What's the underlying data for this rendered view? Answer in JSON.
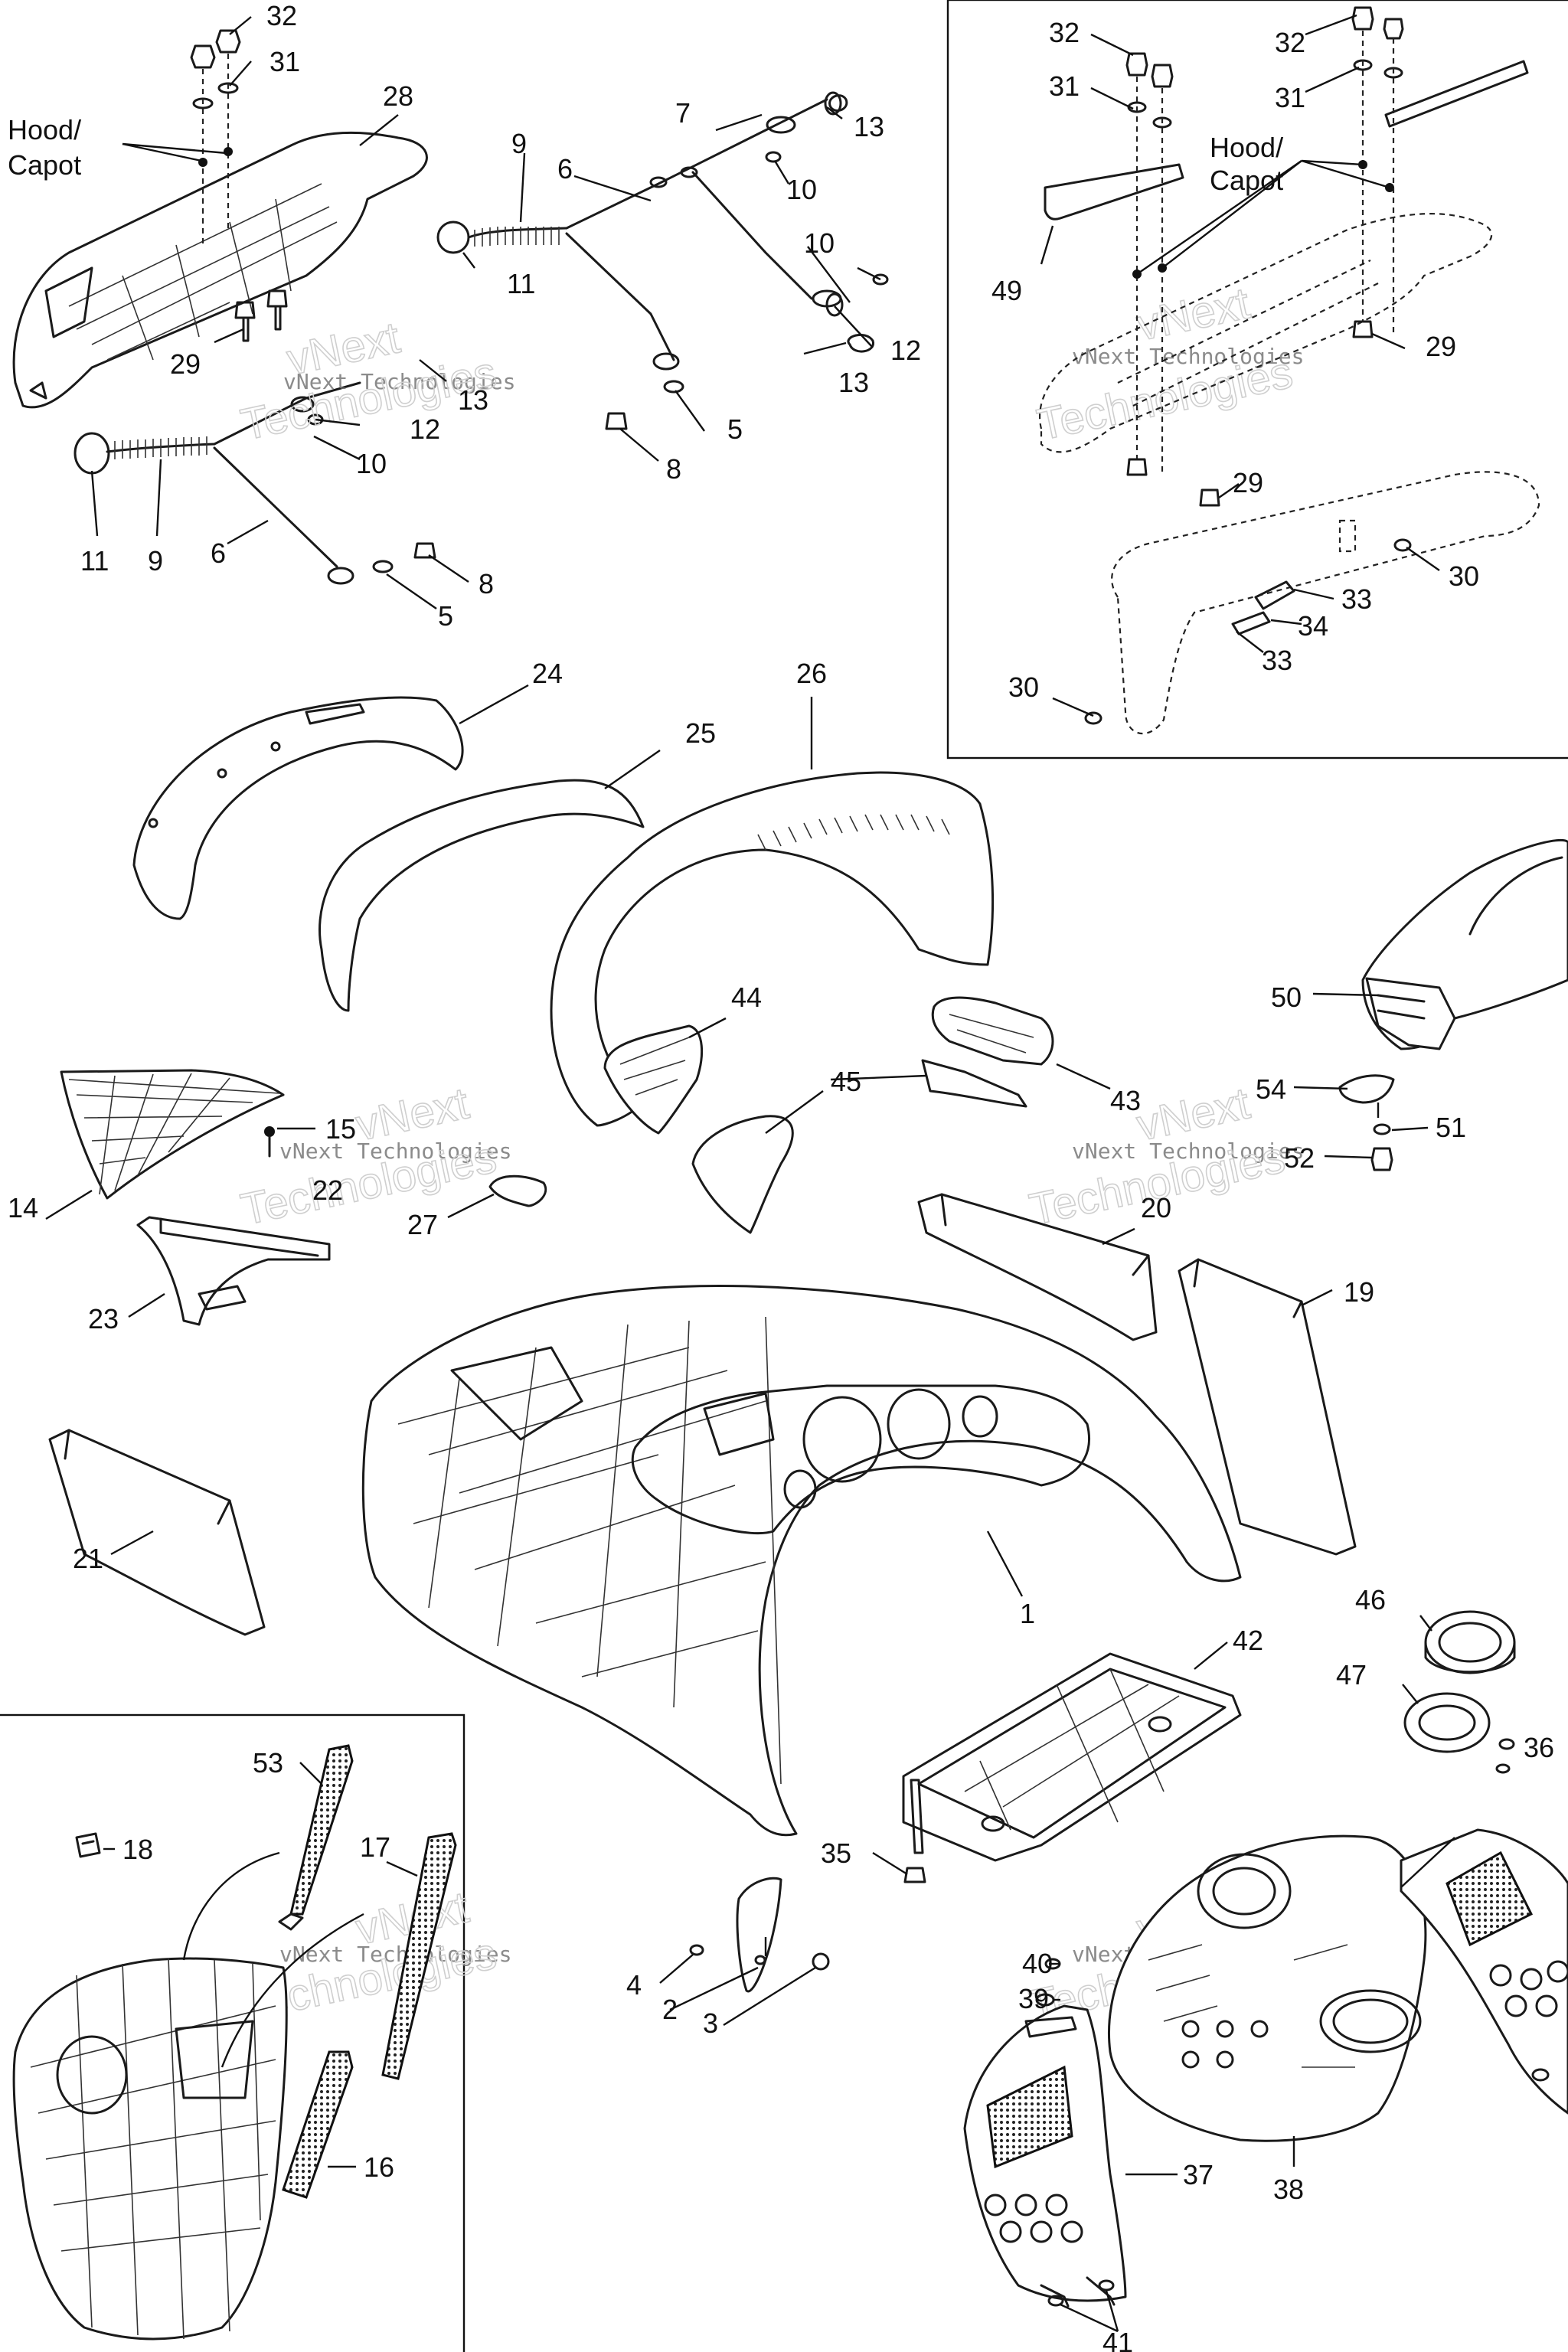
{
  "diagram": {
    "hood_label_line1": "Hood/",
    "hood_label_line2": "Capot",
    "watermark_small": "vNext Technologies",
    "watermark_large": "vNext",
    "watermark_large2": "Technologies",
    "callouts": {
      "c1": "1",
      "c2": "2",
      "c3": "3",
      "c4": "4",
      "c5": "5",
      "c6": "6",
      "c7": "7",
      "c8": "8",
      "c9": "9",
      "c10": "10",
      "c11": "11",
      "c12": "12",
      "c13": "13",
      "c14": "14",
      "c15": "15",
      "c16": "16",
      "c17": "17",
      "c18": "18",
      "c19": "19",
      "c20": "20",
      "c21": "21",
      "c22": "22",
      "c23": "23",
      "c24": "24",
      "c25": "25",
      "c26": "26",
      "c27": "27",
      "c28": "28",
      "c29": "29",
      "c30": "30",
      "c31": "31",
      "c32": "32",
      "c33": "33",
      "c34": "34",
      "c35": "35",
      "c36": "36",
      "c37": "37",
      "c38": "38",
      "c39": "39",
      "c40": "40",
      "c41": "41",
      "c42": "42",
      "c43": "43",
      "c44": "44",
      "c45": "45",
      "c46": "46",
      "c47": "47",
      "c49": "49",
      "c50": "50",
      "c51": "51",
      "c52": "52",
      "c53": "53",
      "c54": "54"
    }
  }
}
